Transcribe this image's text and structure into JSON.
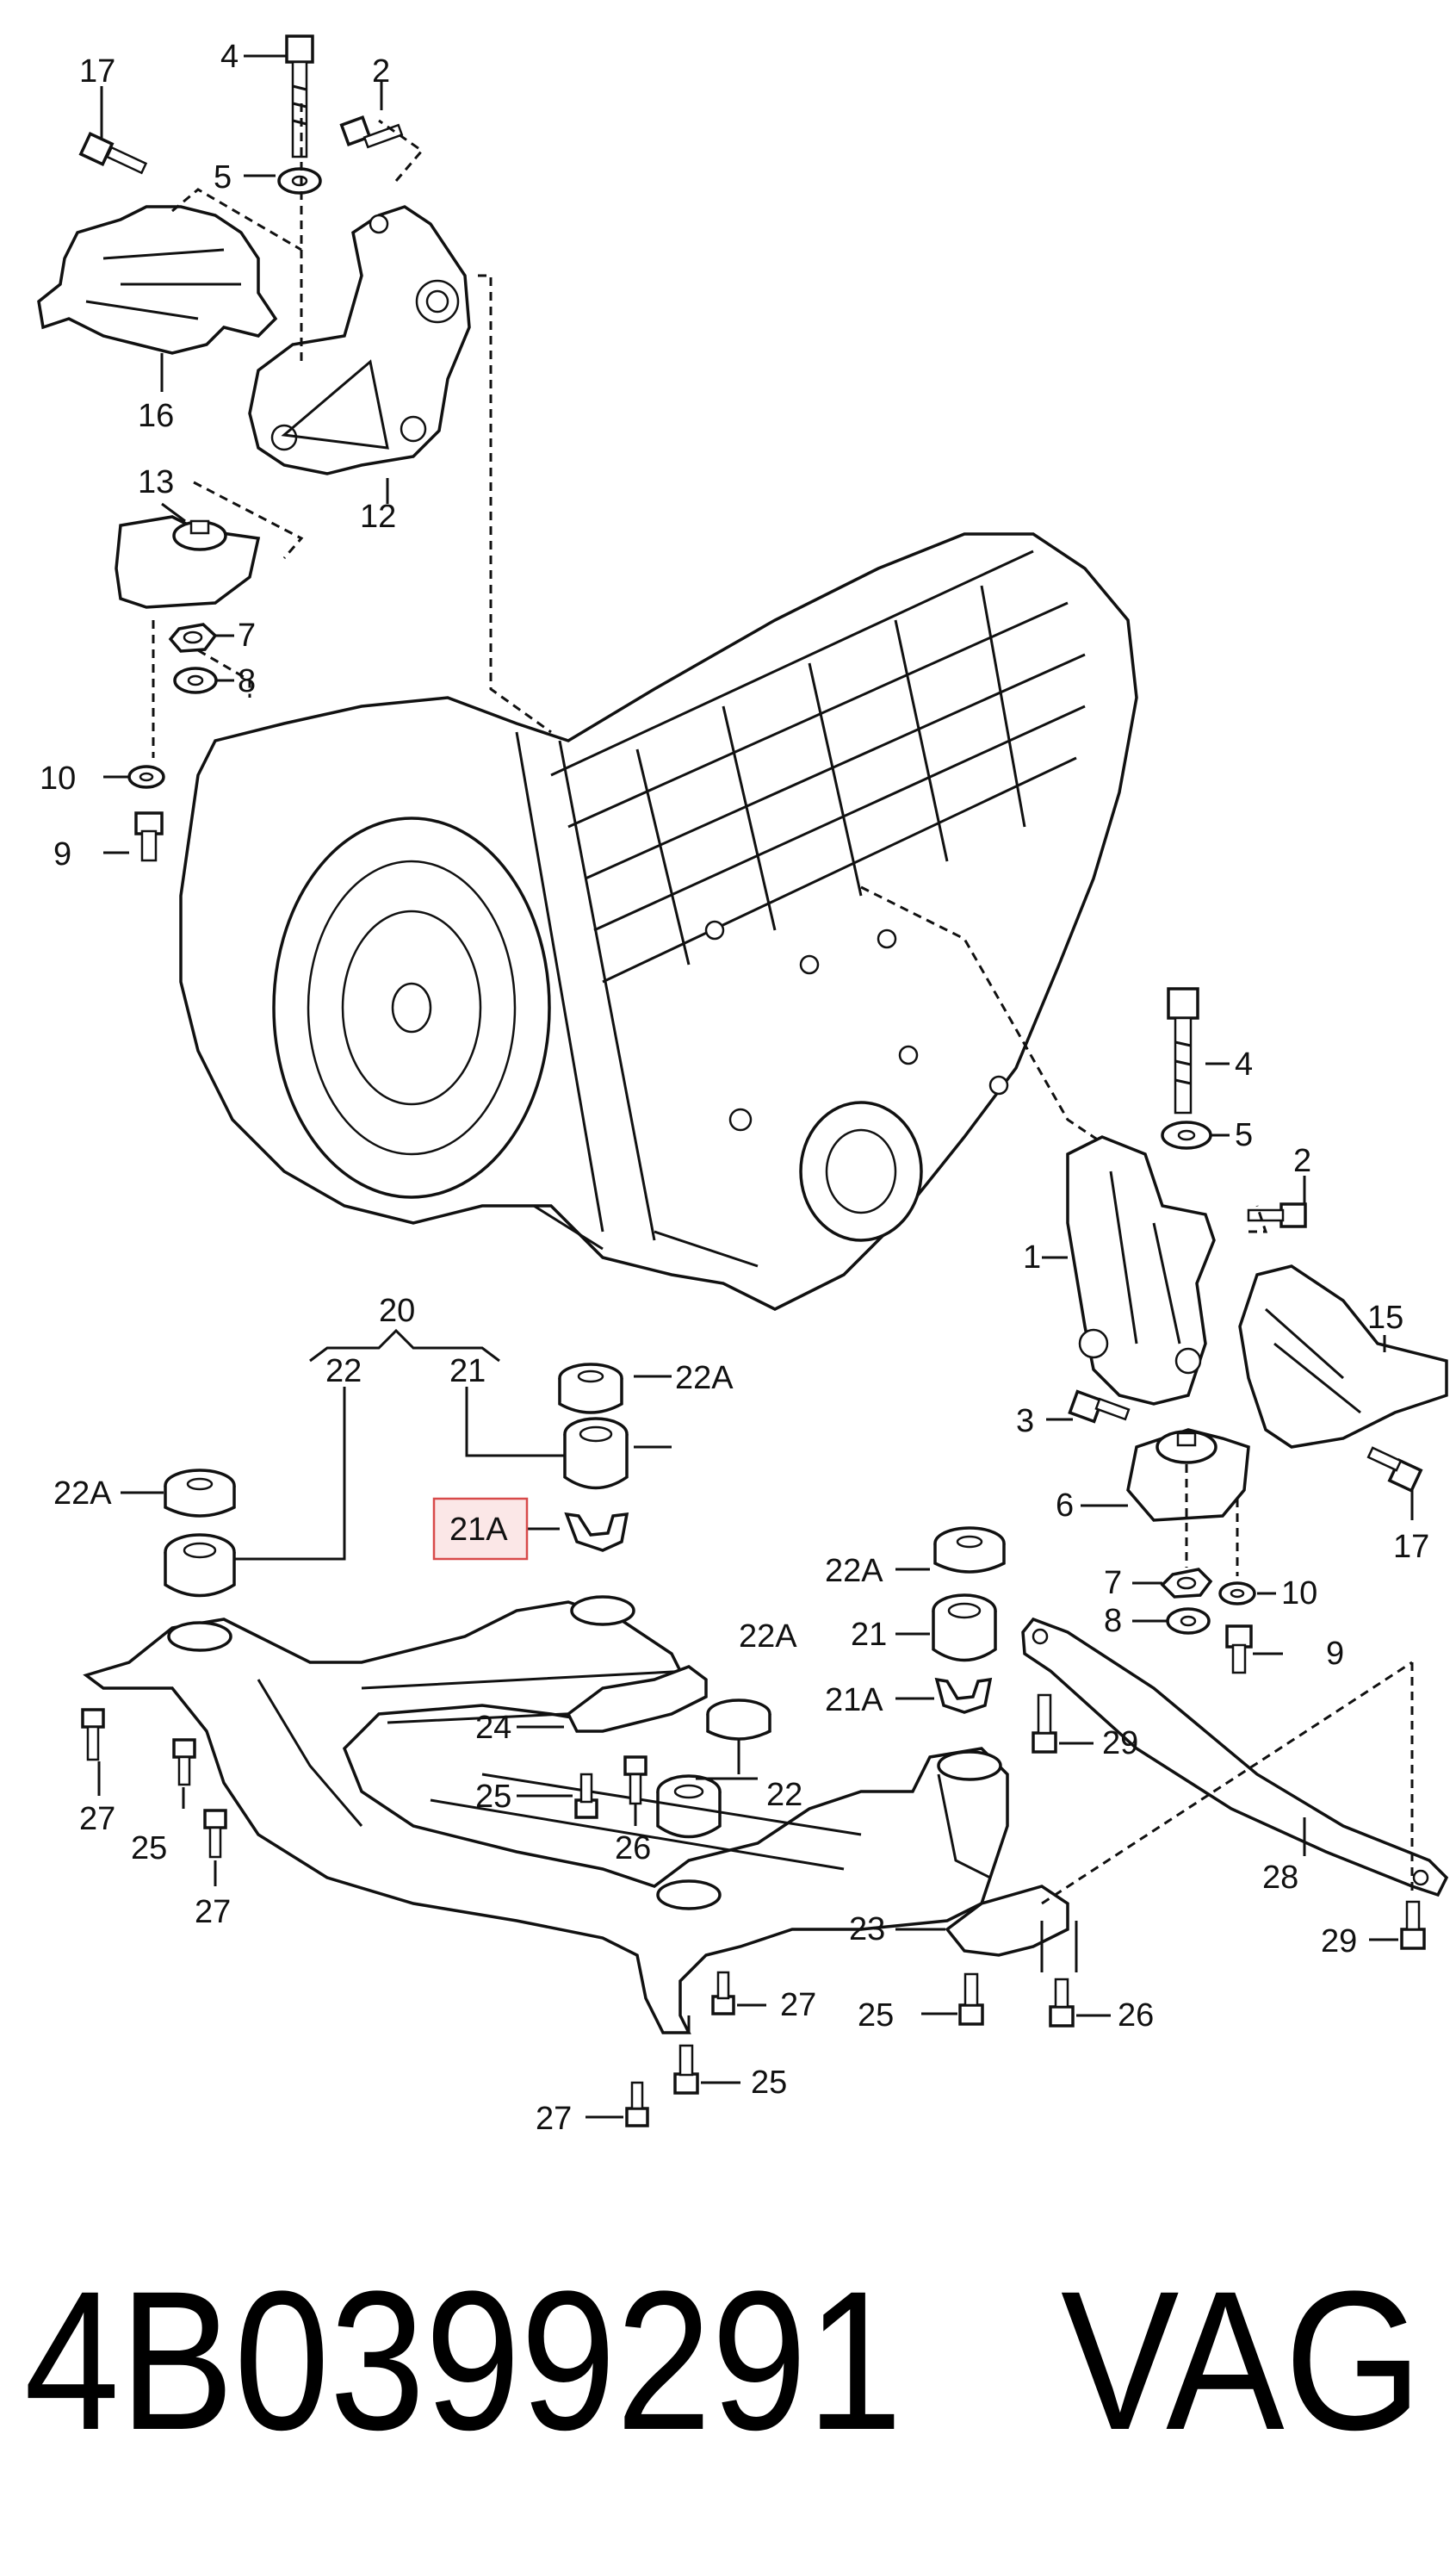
{
  "part_number": "4B0399291",
  "brand": "VAG",
  "highlighted_label": "21A",
  "callouts": {
    "c17a": "17",
    "c4a": "4",
    "c2a": "2",
    "c5a": "5",
    "c16": "16",
    "c13": "13",
    "c12": "12",
    "c7a": "7",
    "c8a": "8",
    "c10a": "10",
    "c9a": "9",
    "c4b": "4",
    "c5b": "5",
    "c2b": "2",
    "c1": "1",
    "c15": "15",
    "c3": "3",
    "c6": "6",
    "c17b": "17",
    "c7b": "7",
    "c10b": "10",
    "c8b": "8",
    "c9b": "9",
    "c20": "20",
    "c22a": "22",
    "c21a": "21",
    "c22A_a": "22A",
    "c22A_b": "22A",
    "c21A_a": "21A",
    "c22A_c": "22A",
    "c21b": "21",
    "c22A_d": "22A",
    "c21A_b": "21A",
    "c29a": "29",
    "c24": "24",
    "c25a": "25",
    "c22b": "22",
    "c26a": "26",
    "c27a": "27",
    "c25b": "25",
    "c27b": "27",
    "c28": "28",
    "c23": "23",
    "c29b": "29",
    "c27c": "27",
    "c25c": "25",
    "c26b": "26",
    "c27d": "27",
    "c25d": "25"
  }
}
